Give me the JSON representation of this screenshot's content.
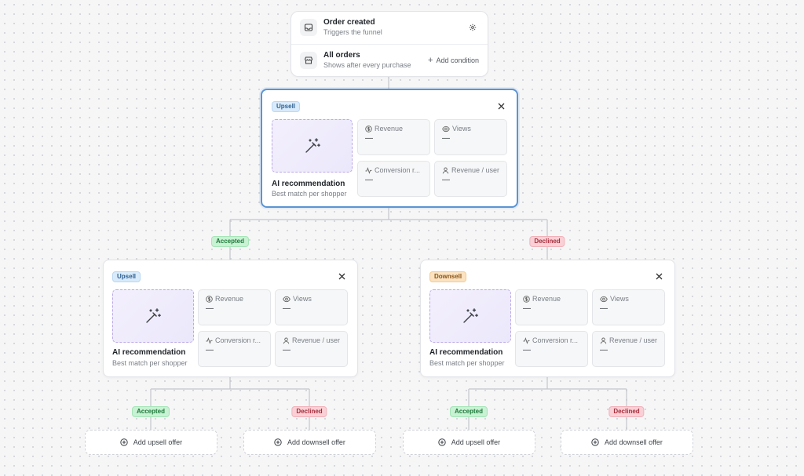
{
  "trigger": {
    "title": "Order created",
    "subtitle": "Triggers the funnel",
    "settings_icon": "gear-icon",
    "condition": {
      "title": "All orders",
      "subtitle": "Shows after every purchase",
      "add_label": "Add condition"
    }
  },
  "stats_labels": {
    "revenue": "Revenue",
    "views": "Views",
    "conversion": "Conversion r...",
    "revenue_user": "Revenue / user",
    "empty_value": "—"
  },
  "offers": [
    {
      "badge": "Upsell",
      "title": "AI recommendation",
      "subtitle": "Best match per shopper",
      "stats": {
        "revenue": "—",
        "views": "—",
        "conversion": "—",
        "revenue_user": "—"
      }
    },
    {
      "badge": "Upsell",
      "title": "AI recommendation",
      "subtitle": "Best match per shopper",
      "stats": {
        "revenue": "—",
        "views": "—",
        "conversion": "—",
        "revenue_user": "—"
      }
    },
    {
      "badge": "Downsell",
      "title": "AI recommendation",
      "subtitle": "Best match per shopper",
      "stats": {
        "revenue": "—",
        "views": "—",
        "conversion": "—",
        "revenue_user": "—"
      }
    }
  ],
  "branches": {
    "accepted": "Accepted",
    "declined": "Declined"
  },
  "add_offers": {
    "upsell": "Add upsell offer",
    "downsell": "Add downsell offer"
  },
  "colors": {
    "selected_border": "#5b94d4",
    "upsell_badge": "#d8ebfb",
    "downsell_badge": "#fbe2c0",
    "accepted": "#c9f1d3",
    "declined": "#f9d0d5"
  }
}
